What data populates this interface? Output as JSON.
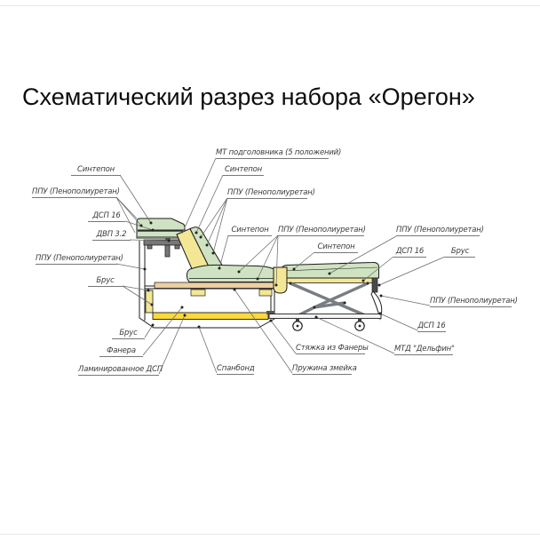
{
  "title": "Схематический разрез набора «Орегон»",
  "labels": {
    "sintepon_left": "Синтепон",
    "ppu_left_top": "ППУ (Пенополиуретан)",
    "dsp16_left": "ДСП 16",
    "dvp32_left": "ДВП 3.2",
    "ppu_left_mid": "ППУ (Пенополиуретан)",
    "brus_left": "Брус",
    "brus_left_lower": "Брус",
    "fanera": "Фанера",
    "lam_dsp": "Ламинированное ДСП",
    "mt_podgolovnika": "МТ подголовника (5 положений)",
    "sintepon_top": "Синтепон",
    "ppu_top": "ППУ (Пенополиуретан)",
    "sintepon_mid": "Синтепон",
    "ppu_mid": "ППУ (Пенополиуретан)",
    "sintepon_right": "Синтепон",
    "ppu_right_top": "ППУ (Пенополиуретан)",
    "dsp16_right_top": "ДСП 16",
    "brus_right": "Брус",
    "ppu_right_lower": "ППУ (Пенополиуретан)",
    "dsp16_right_lower": "ДСП 16",
    "mtd_delfin": "МТД \"Дельфин\"",
    "styazhka": "Стяжка из Фанеры",
    "pruzhina": "Пружина змейка",
    "spanbond": "Спанбонд"
  },
  "colors": {
    "cushion_green": "#cfe3c2",
    "cushion_green_dark": "#bed8b4",
    "wood_pale_yellow": "#f3e795",
    "wood_bright_yellow": "#fbd93a",
    "plywood_tan": "#eccfa2",
    "metal_gray": "#787d82",
    "dark_part": "#4a4a4a",
    "outline": "#1c1c1c",
    "leader": "#6b6b6b",
    "text": "#3c3c3c"
  }
}
